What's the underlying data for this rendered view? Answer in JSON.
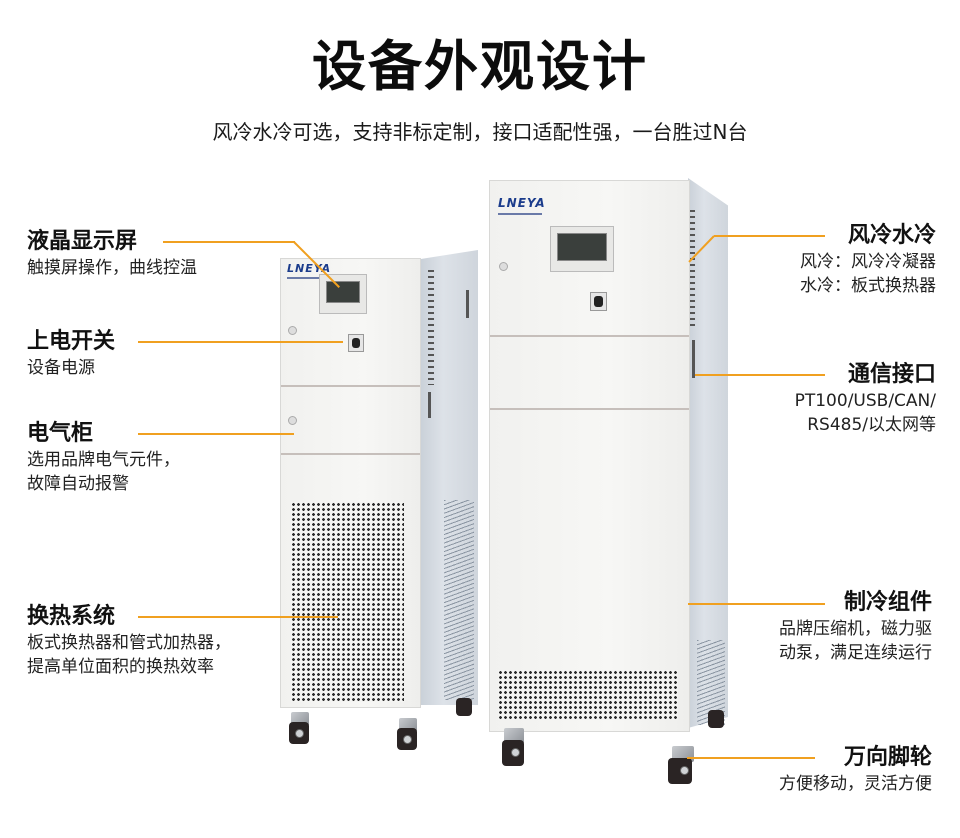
{
  "header": {
    "title": "设备外观设计",
    "subtitle": "风冷水冷可选，支持非标定制，接口适配性强，一台胜过N台"
  },
  "accent_color": "#F0A020",
  "left_labels": [
    {
      "title": "液晶显示屏",
      "desc": [
        "触摸屏操作，曲线控温"
      ]
    },
    {
      "title": "上电开关",
      "desc": [
        "设备电源"
      ]
    },
    {
      "title": "电气柜",
      "desc": [
        "选用品牌电气元件，",
        "故障自动报警"
      ]
    },
    {
      "title": "换热系统",
      "desc": [
        "板式换热器和管式加热器，",
        "提高单位面积的换热效率"
      ]
    }
  ],
  "right_labels": [
    {
      "title": "风冷水冷",
      "desc": [
        "风冷：风冷冷凝器",
        "水冷：板式换热器"
      ]
    },
    {
      "title": "通信接口",
      "desc": [
        "PT100/USB/CAN/",
        "RS485/以太网等"
      ]
    },
    {
      "title": "制冷组件",
      "desc": [
        "品牌压缩机，磁力驱",
        "动泵，满足连续运行"
      ]
    },
    {
      "title": "万向脚轮",
      "desc": [
        "方便移动，灵活方便"
      ]
    }
  ],
  "product": {
    "brand_logo": "LNEYA",
    "units": [
      "small-chiller",
      "large-chiller"
    ]
  }
}
